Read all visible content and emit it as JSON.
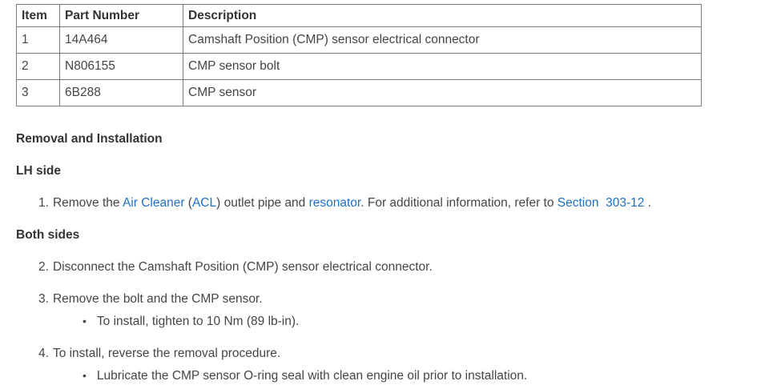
{
  "colors": {
    "link_blue": "#1d70c4",
    "body_text": "#454545",
    "heading_text": "#333333",
    "table_border": "#7a7a7a"
  },
  "parts_table": {
    "headers": {
      "item": "Item",
      "part_number": "Part Number",
      "description": "Description"
    },
    "rows": [
      {
        "item": "1",
        "part_number": "14A464",
        "description": "Camshaft Position (CMP) sensor electrical connector"
      },
      {
        "item": "2",
        "part_number": "N806155",
        "description": "CMP sensor bolt"
      },
      {
        "item": "3",
        "part_number": "6B288",
        "description": "CMP sensor"
      }
    ]
  },
  "sections": {
    "removal_heading": "Removal and Installation",
    "lh_side_heading": "LH side",
    "both_sides_heading": "Both sides"
  },
  "steps": {
    "step1": {
      "number": "1.",
      "text_before": "Remove the ",
      "link_air_cleaner": "Air Cleaner",
      "text_paren_open": " (",
      "link_acl": "ACL",
      "text_middle": ") outlet pipe and ",
      "link_resonator": "resonator",
      "text_after": ". For additional information, refer to ",
      "link_section": "Section  303-12",
      "text_end": " ."
    },
    "step2": {
      "number": "2.",
      "text": "Disconnect the Camshaft Position (CMP) sensor electrical connector."
    },
    "step3": {
      "number": "3.",
      "text": "Remove the bolt and the CMP sensor.",
      "bullet": {
        "marker": "•",
        "text": "To install, tighten to 10 Nm (89 lb-in)."
      }
    },
    "step4": {
      "number": "4.",
      "text": "To install, reverse the removal procedure.",
      "bullet": {
        "marker": "•",
        "text": "Lubricate the CMP sensor O-ring seal with clean engine oil prior to installation."
      }
    }
  }
}
